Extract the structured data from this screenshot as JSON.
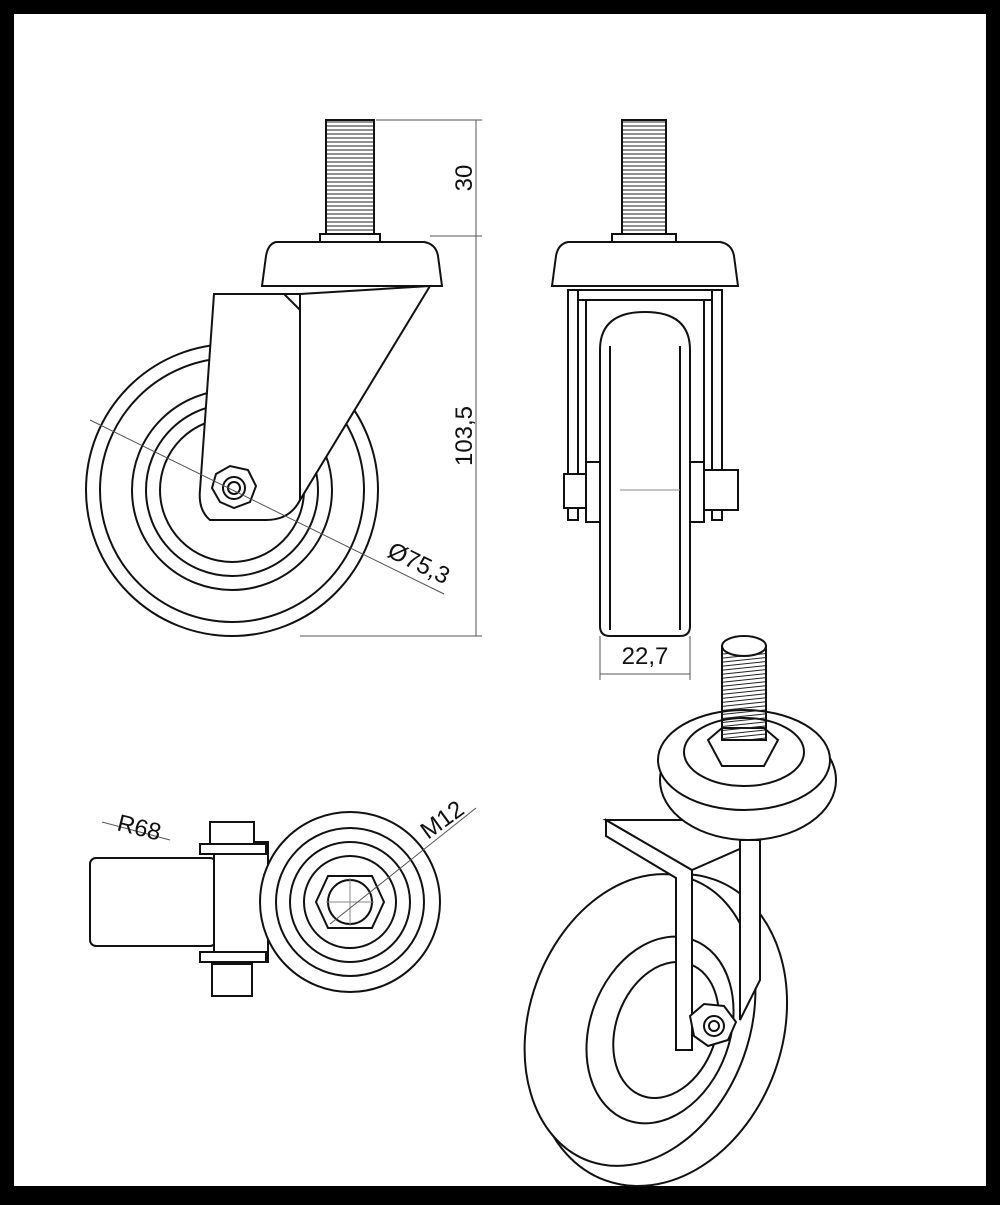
{
  "drawing": {
    "dimensions": {
      "stem_length": "30",
      "total_height": "103,5",
      "wheel_diameter": "Ø75,3",
      "wheel_width": "22,7",
      "swivel_radius": "R68",
      "thread": "M12"
    },
    "colors": {
      "frame": "#000000",
      "paper": "#ffffff",
      "line": "#111111",
      "dim_line": "#555555"
    }
  }
}
